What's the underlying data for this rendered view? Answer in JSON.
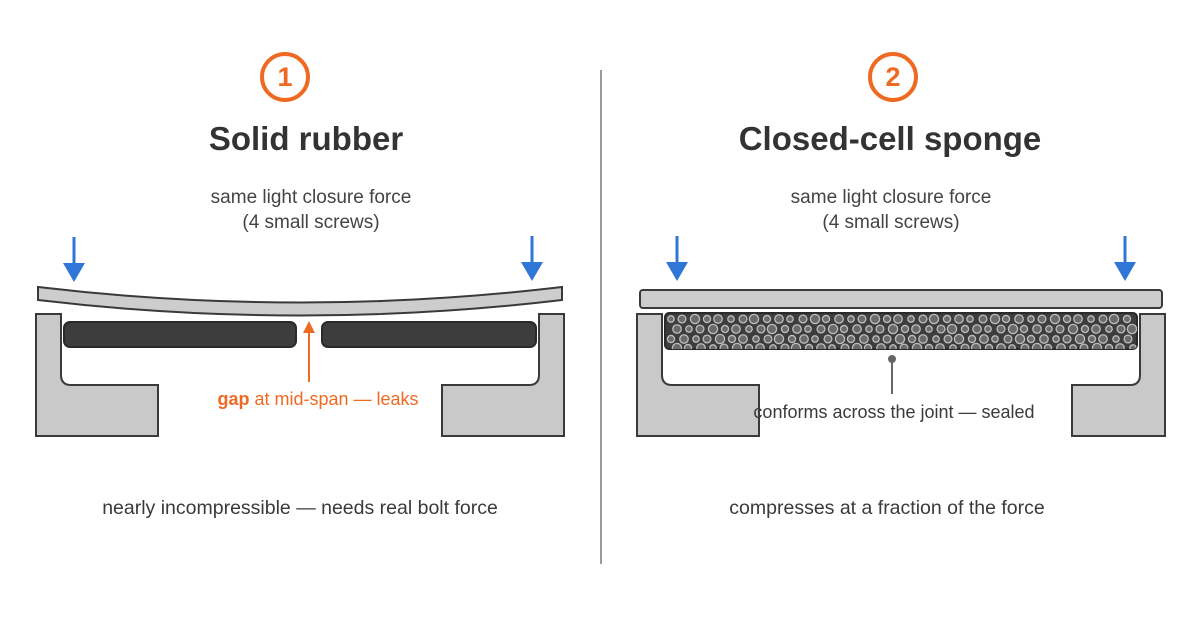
{
  "left": {
    "number": "1",
    "title": "Solid rubber",
    "force_line1": "same light closure force",
    "force_line2": "(4 small screws)",
    "callout_highlight": "gap",
    "callout_rest": " at mid-span — leaks",
    "caption": "nearly incompressible — needs real bolt force"
  },
  "right": {
    "number": "2",
    "title": "Closed-cell sponge",
    "force_line1": "same light closure force",
    "force_line2": "(4 small screws)",
    "callout": "conforms across the joint — sealed",
    "caption": "compresses at a fraction of the force"
  },
  "colors": {
    "accent": "#ee6a22",
    "force_arrow": "#2f76d6",
    "housing": "#c9c9c9",
    "lid": "#cdcdcd",
    "gasket": "#3d3d3d",
    "outline": "#3a3a3a"
  },
  "icons": [
    "down-arrow-icon",
    "up-arrow-icon"
  ]
}
